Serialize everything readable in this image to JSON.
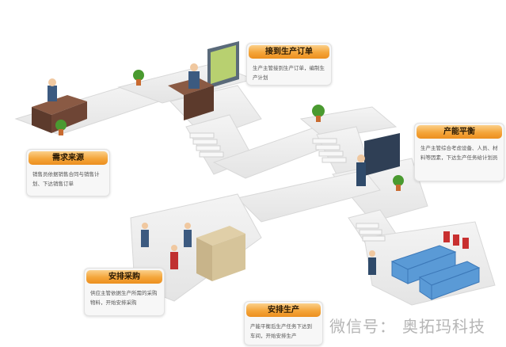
{
  "steps": [
    {
      "title": "接到生产订单",
      "desc": "生产主管接到生产订单，编制生产计划"
    },
    {
      "title": "需求来源",
      "desc": "销售员依据销售合同与销售计划、下达销售订单"
    },
    {
      "title": "产能平衡",
      "desc": "生产主管综合考虑设备、人员、材料等因素，下达生产任务给计划员"
    },
    {
      "title": "安排采购",
      "desc": "供应主管依据生产所需的采购物料，开始安排采购"
    },
    {
      "title": "安排生产",
      "desc": "产能平衡后生产任务下达到车间，开始安排生产"
    }
  ],
  "watermark": {
    "left": "微信号：",
    "right": "奥拓玛科技"
  },
  "colors": {
    "header": "#f4a53a",
    "path": "#ececec",
    "worker": "#3c5a80",
    "machine": "#5a9ad6"
  }
}
